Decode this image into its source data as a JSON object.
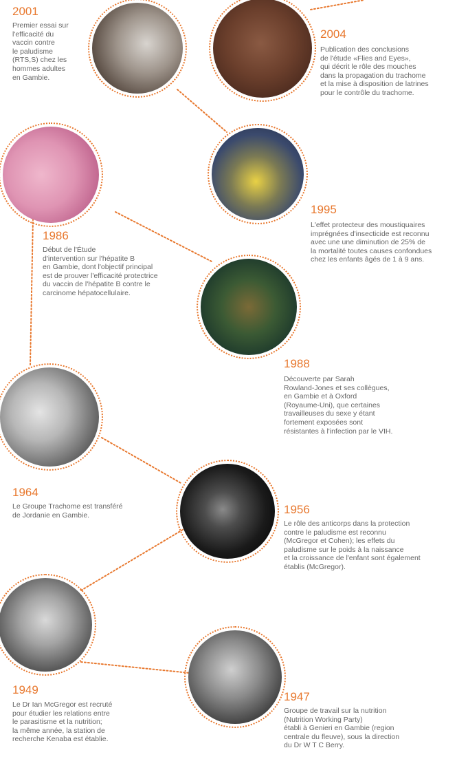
{
  "theme": {
    "accent": "#e8782e",
    "text": "#666666",
    "background": "#ffffff"
  },
  "events": [
    {
      "year": "2001",
      "lines": [
        "Premier essai sur",
        "l'efficacité du",
        "vaccin contre",
        "le paludisme",
        "(RTS,S) chez les",
        "hommes adultes",
        "en Gambie."
      ],
      "photo": "vaccine-injection-photo"
    },
    {
      "year": "2004",
      "lines": [
        "Publication des conclusions",
        "de l'étude «Flies and Eyes»,",
        "qui décrit le rôle des mouches",
        "dans la propagation du trachome",
        "et la mise à disposition de latrines",
        "pour le contrôle du trachome."
      ],
      "photo": "child-face-flies-photo"
    },
    {
      "year": "1995",
      "lines": [
        "L'effet protecteur des moustiquaires",
        "imprégnées d'insecticide est reconnu",
        "avec une  une diminution de 25% de",
        "la mortalité toutes causes confondues",
        "chez les enfants âgés de 1 à 9 ans."
      ],
      "photo": "mother-child-bednet-photo"
    },
    {
      "year": "1986",
      "lines": [
        "Début de l'Étude",
        "d'intervention sur l'hépatite B",
        "en Gambie, dont l'objectif principal",
        "est de prouver l'efficacité protectrice",
        "du vaccin de l'hépatite B contre le",
        "carcinome hépatocellulaire."
      ],
      "photo": "liver-histology-photo"
    },
    {
      "year": "1988",
      "lines": [
        "Découverte par Sarah",
        "Rowland-Jones et ses collègues,",
        "en Gambie et à Oxford",
        "(Royaume-Uni), que certaines",
        "travailleuses du sexe y étant",
        "fortement exposées sont",
        "résistantes à l'infection par le VIH."
      ],
      "photo": "hiv-virus-micrograph-photo"
    },
    {
      "year": "1964",
      "lines": [
        "Le Groupe Trachome est transféré",
        "de Jordanie en Gambie."
      ],
      "photo": "eye-closeup-photo"
    },
    {
      "year": "1956",
      "lines": [
        "Le rôle des anticorps dans la protection",
        "contre le paludisme est reconnu",
        "(McGregor et Cohen); les effets du",
        "paludisme sur le poids à la naissance",
        "et la croissance de l'enfant sont également",
        "établis (McGregor)."
      ],
      "photo": "antibody-virus-illustration"
    },
    {
      "year": "1949",
      "lines": [
        "Le Dr Ian McGregor est recruté",
        "pour étudier les relations entre",
        "le parasitisme et la nutrition;",
        "la même année, la station de",
        "recherche Kenaba est établie."
      ],
      "photo": "mcgregor-group-photo"
    },
    {
      "year": "1947",
      "lines": [
        "Groupe de travail sur la nutrition",
        "(Nutrition Working Party)",
        "établi à Genieri en Gambie (region",
        "centrale du fleuve), sous la direction",
        "du Dr W T C Berry."
      ],
      "photo": "berry-portrait-photo"
    }
  ]
}
